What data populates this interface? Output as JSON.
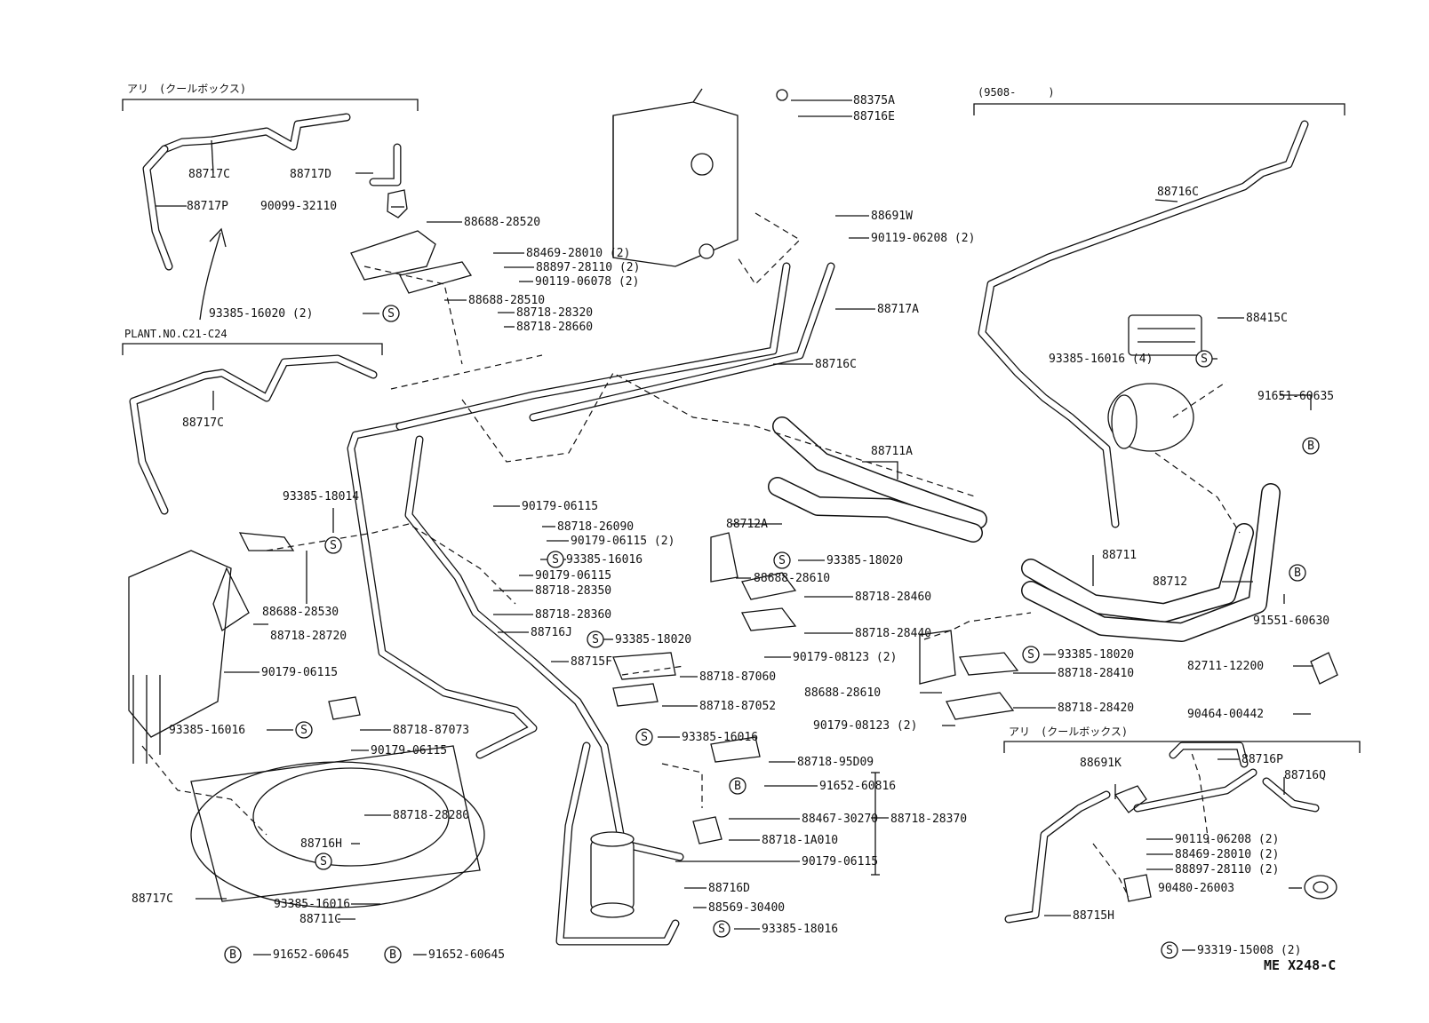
{
  "headers": {
    "ari_cool_box_top": "アリ　(クールボックス)",
    "plant_no": "PLANT.NO.C21-C24",
    "date_range": "(9508-　　　)",
    "ari_cool_box_bottom": "アリ　(クールボックス)"
  },
  "diagram_code": "ME X248-C",
  "marker_letters": {
    "s": "S",
    "b": "B"
  },
  "callouts": [
    "88375A",
    "88716E",
    "88691W",
    "90119-06208 (2)",
    "88717A",
    "88716C",
    "88717C",
    "88717D",
    "88717P",
    "90099-32110",
    "88688-28520",
    "88469-28010 (2)",
    "88897-28110 (2)",
    "90119-06078 (2)",
    "93385-16020 (2)",
    "88688-28510",
    "88718-28320",
    "88718-28660",
    "88717C",
    "93385-18014",
    "88688-28530",
    "88718-28720",
    "90179-06115",
    "93385-16016",
    "88718-87073",
    "90179-06115",
    "90179-06115",
    "88718-26090",
    "90179-06115 (2)",
    "93385-16016",
    "90179-06115",
    "88718-28350",
    "88718-28360",
    "88716J",
    "93385-18020",
    "88715F",
    "88711A",
    "88712A",
    "93385-18020",
    "88688-28610",
    "88718-28460",
    "88718-28440",
    "90179-08123 (2)",
    "88718-87060",
    "88718-87052",
    "93385-16016",
    "88688-28610",
    "93385-18020",
    "88718-28410",
    "88718-28420",
    "90179-08123 (2)",
    "88716C",
    "88415C",
    "93385-16016 (4)",
    "91651-60635",
    "88711",
    "88712",
    "91551-60630",
    "82711-12200",
    "90464-00442",
    "88718-95D09",
    "91652-60816",
    "88467-30270",
    "88718-28370",
    "88718-1A010",
    "90179-06115",
    "88718-28280",
    "88716H",
    "93385-16016",
    "88711C",
    "88717C",
    "91652-60645",
    "91652-60645",
    "88716D",
    "88569-30400",
    "93385-18016",
    "88691K",
    "88716P",
    "88716Q",
    "90119-06208 (2)",
    "88469-28010 (2)",
    "88897-28110 (2)",
    "90480-26003",
    "88715H",
    "93319-15008 (2)"
  ]
}
